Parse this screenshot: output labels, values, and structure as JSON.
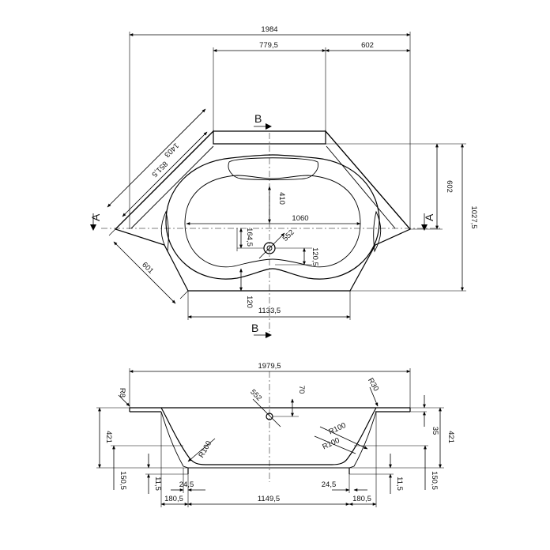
{
  "top_view": {
    "overall_width": "1984",
    "left_extent": "779,5",
    "right_extent": "602",
    "diag_long": "1403",
    "diag_short": "851,5",
    "right_side": "602",
    "total_depth": "1027,5",
    "basin_width": "1060",
    "headrest_depth": "410",
    "drain_offset": "164,5",
    "drain_diameter": "552",
    "drain_vertical": "120,5",
    "front_depth": "120",
    "left_side": "601",
    "front_width": "1133,5",
    "section_b_top": "B",
    "section_b_bottom": "B",
    "section_a_left": "A",
    "section_a_right": "A"
  },
  "section_view": {
    "overall_width": "1979,5",
    "radius_left_top": "R8",
    "radius_right_top": "R30",
    "drain_diameter": "552",
    "overflow_height": "70",
    "radius_inner_left": "R100",
    "radius_inner_right_1": "R100",
    "radius_inner_right_2": "R100",
    "height_left": "421",
    "height_right": "421",
    "rim_thickness": "35",
    "floor_left": "150,5",
    "floor_right": "150,5",
    "foot_left": "11,5",
    "foot_right": "11,5",
    "inner_left": "24,5",
    "inner_right": "24,5",
    "base_left": "180,5",
    "base_right": "180,5",
    "bottom_width": "1149,5"
  }
}
